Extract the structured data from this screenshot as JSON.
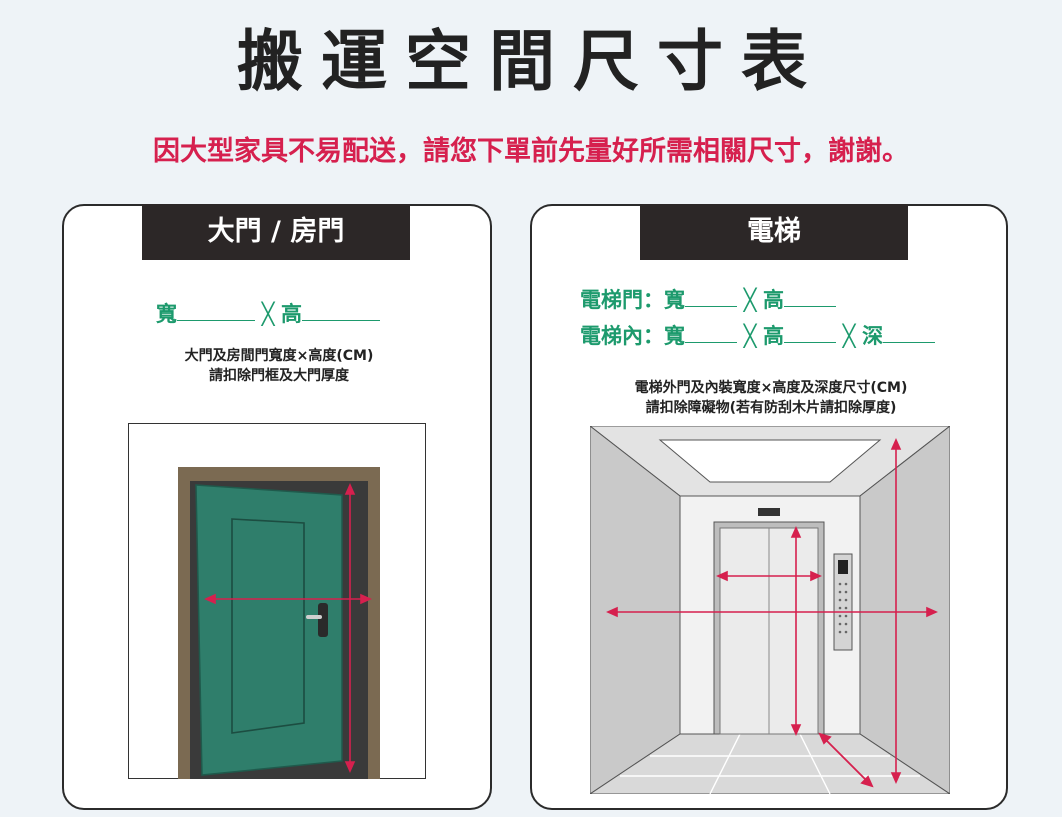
{
  "title": "搬運空間尺寸表",
  "subtitle": "因大型家具不易配送，請您下單前先量好所需相關尺寸，謝謝。",
  "door_card": {
    "header": "大門 / 房門",
    "width_label": "寬",
    "times": "╳",
    "height_label": "高",
    "note_line1": "大門及房間門寬度×高度(CM)",
    "note_line2": "請扣除門框及大門厚度"
  },
  "elevator_card": {
    "header": "電梯",
    "door_row_label": "電梯門：寬",
    "inner_row_label": "電梯內：寬",
    "times": "╳",
    "height_label": "高",
    "depth_label": "深",
    "note_line1": "電梯外門及內裝寬度×高度及深度尺寸(CM)",
    "note_line2": "請扣除障礙物(若有防刮木片請扣除厚度)"
  },
  "colors": {
    "accent_red": "#d6204e",
    "accent_green": "#1d9a6d",
    "door_green": "#2f7e6b",
    "frame_brown": "#7b6a52",
    "header_dark": "#2c2727"
  }
}
